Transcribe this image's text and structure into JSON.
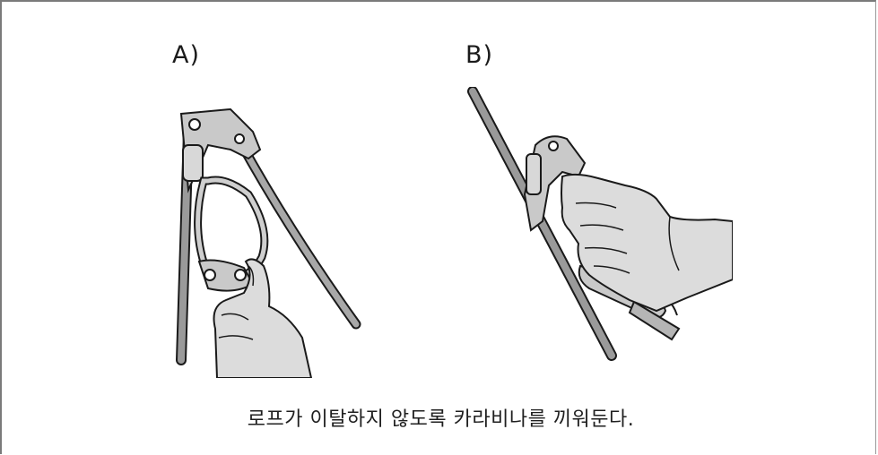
{
  "figure": {
    "label_a": "A)",
    "label_b": "B)",
    "caption": "로프가 이탈하지 않도록 카라비나를 끼워둔다."
  },
  "colors": {
    "skin": "#dcdcdc",
    "rope": "#9a9a9a",
    "outline": "#1a1a1a",
    "metal": "#c9c9c9"
  },
  "icons": {
    "illustration_a": "hand-holding-ascender-icon",
    "illustration_b": "hand-with-ascender-on-rope-icon"
  }
}
